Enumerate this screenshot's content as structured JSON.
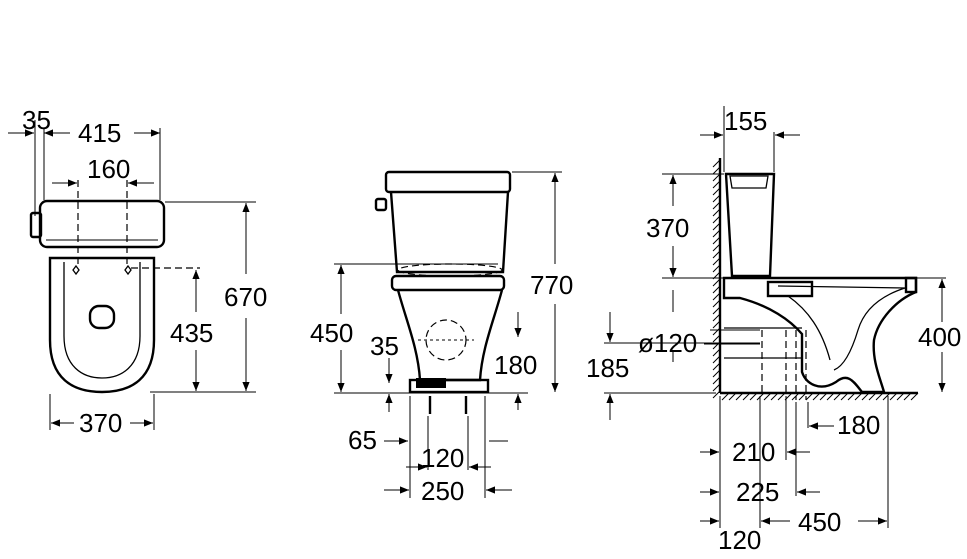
{
  "top_view": {
    "dims": {
      "offset": "35",
      "width": "415",
      "hole_spacing": "160",
      "depth": "670",
      "hole_depth": "435",
      "bowl_width": "370"
    }
  },
  "front_view": {
    "dims": {
      "seat_height": "450",
      "total_height": "770",
      "waste_height": "180",
      "fix_height": "35",
      "fix_offset": "65",
      "fix_spacing": "120",
      "base_width": "250"
    }
  },
  "side_view": {
    "dims": {
      "tank_depth": "155",
      "tank_height": "370",
      "bowl_height": "400",
      "outlet_diameter": "ø120",
      "outlet_height": "185",
      "wall_to_outlet_inner": "180",
      "wall_distance_a": "210",
      "wall_distance_b": "225",
      "wall_distance_c": "120",
      "bowl_projection": "450"
    }
  }
}
